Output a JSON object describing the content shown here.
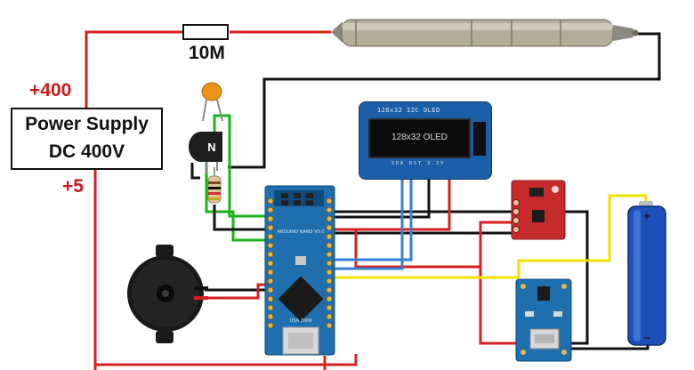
{
  "power_supply": {
    "line1": "Power Supply",
    "line2": "DC   400V",
    "plus400_label": "+400",
    "plus5_label": "+5"
  },
  "resistor_label": "10M",
  "oled": {
    "header": "128x32 I2C OLED",
    "screen_text": "128x32 OLED",
    "pin_labels": "SDA   RST   3.3V"
  },
  "arduino": {
    "board_text": "ARDUINO NANO V3.0",
    "bottom_text": "USA      2009"
  },
  "colors": {
    "wire_red": "#d42020",
    "wire_black": "#111111",
    "wire_green": "#19b319",
    "wire_blue": "#3a7fd5",
    "wire_yellow": "#f0e000",
    "board_blue": "#1f6fae"
  }
}
